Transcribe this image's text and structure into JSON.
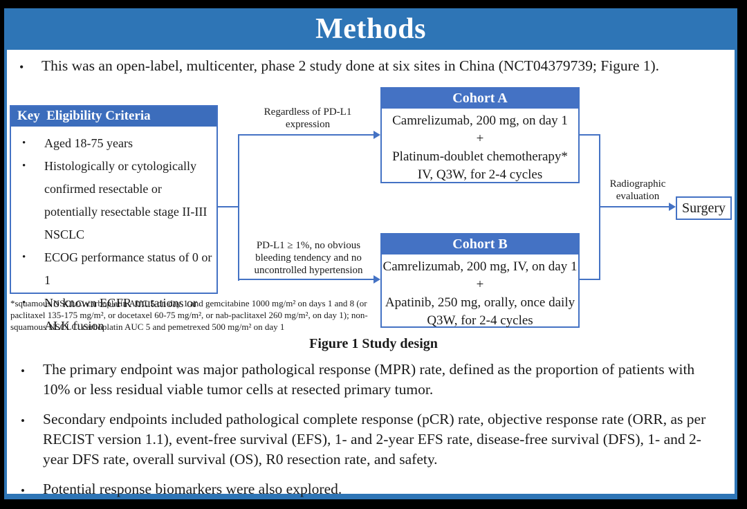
{
  "slide": {
    "title": "Methods"
  },
  "colors": {
    "title_band": "#2E75B6",
    "eligibility_header": "#3C6DBC",
    "cohort_header": "#4472C4",
    "connector_line": "#4472C4",
    "frame": "#000000"
  },
  "intro_bullet": "This was an open-label, multicenter, phase 2 study done at six sites in China (NCT04379739; Figure 1).",
  "diagram": {
    "eligibility": {
      "title": "Key  Eligibility Criteria",
      "items": [
        "Aged 18-75 years",
        "Histologically or cytologically confirmed resectable or potentially resectable stage II-III NSCLC",
        "ECOG performance status of 0 or 1",
        "No known EGFR mutations or ALK fusion"
      ]
    },
    "branch_top_label": "Regardless of PD-L1 expression",
    "branch_bottom_label": "PD-L1 ≥ 1%, no obvious bleeding tendency and no uncontrolled hypertension",
    "cohort_a": {
      "title": "Cohort A",
      "lines": [
        "Camrelizumab, 200 mg, on day 1",
        "+",
        "Platinum-doublet chemotherapy*",
        "IV, Q3W, for 2-4 cycles"
      ]
    },
    "cohort_b": {
      "title": "Cohort B",
      "lines": [
        "Camrelizumab, 200 mg, IV, on day 1",
        "+",
        "Apatinib, 250 mg, orally, once daily",
        "Q3W, for 2-4 cycles"
      ]
    },
    "radiographic_label": "Radiographic evaluation",
    "surgery_label": "Surgery",
    "footnote_lines": [
      "*squamous NSCLC: carboplatin AUC 5 on day 1 and gemcitabine 1000 mg/m² on days 1 and 8 (or",
      "paclitaxel 135-175 mg/m², or docetaxel 60-75 mg/m², or nab-paclitaxel 260 mg/m², on day 1); non-",
      "squamous NSCLC: carboplatin AUC 5 and pemetrexed 500 mg/m² on day 1"
    ],
    "caption": "Figure 1 Study design"
  },
  "bullets": [
    "The primary endpoint was major pathological response (MPR) rate, defined as the proportion of patients with 10% or less residual viable tumor cells at resected primary tumor.",
    "Secondary endpoints included pathological complete response (pCR) rate, objective response rate (ORR, as per RECIST version 1.1), event-free survival (EFS), 1- and 2-year EFS rate, disease-free survival (DFS), 1- and 2-year DFS rate, overall survival (OS), R0 resection rate, and safety.",
    "Potential response biomarkers were also explored."
  ]
}
